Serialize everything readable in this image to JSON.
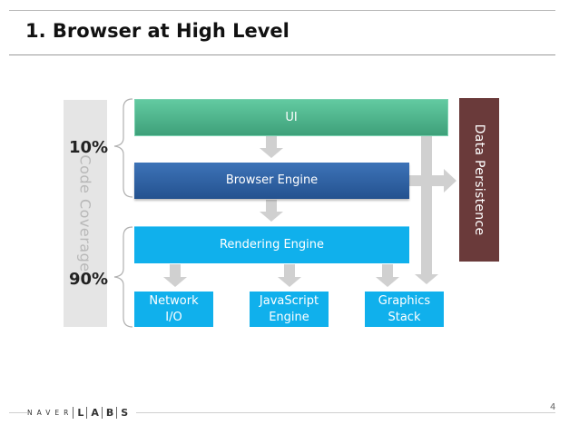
{
  "title": "1. Browser at High Level",
  "coverage": {
    "label": "Code Coverage",
    "top_percent": "10%",
    "bottom_percent": "90%"
  },
  "components": {
    "ui": "UI",
    "browser_engine": "Browser Engine",
    "rendering_engine": "Rendering Engine",
    "network": "Network\nI/O",
    "javascript": "JavaScript\nEngine",
    "graphics": "Graphics\nStack",
    "data_persistence": "Data Persistence"
  },
  "footer": {
    "logo": "NAVER LABS",
    "page_number": "4"
  }
}
